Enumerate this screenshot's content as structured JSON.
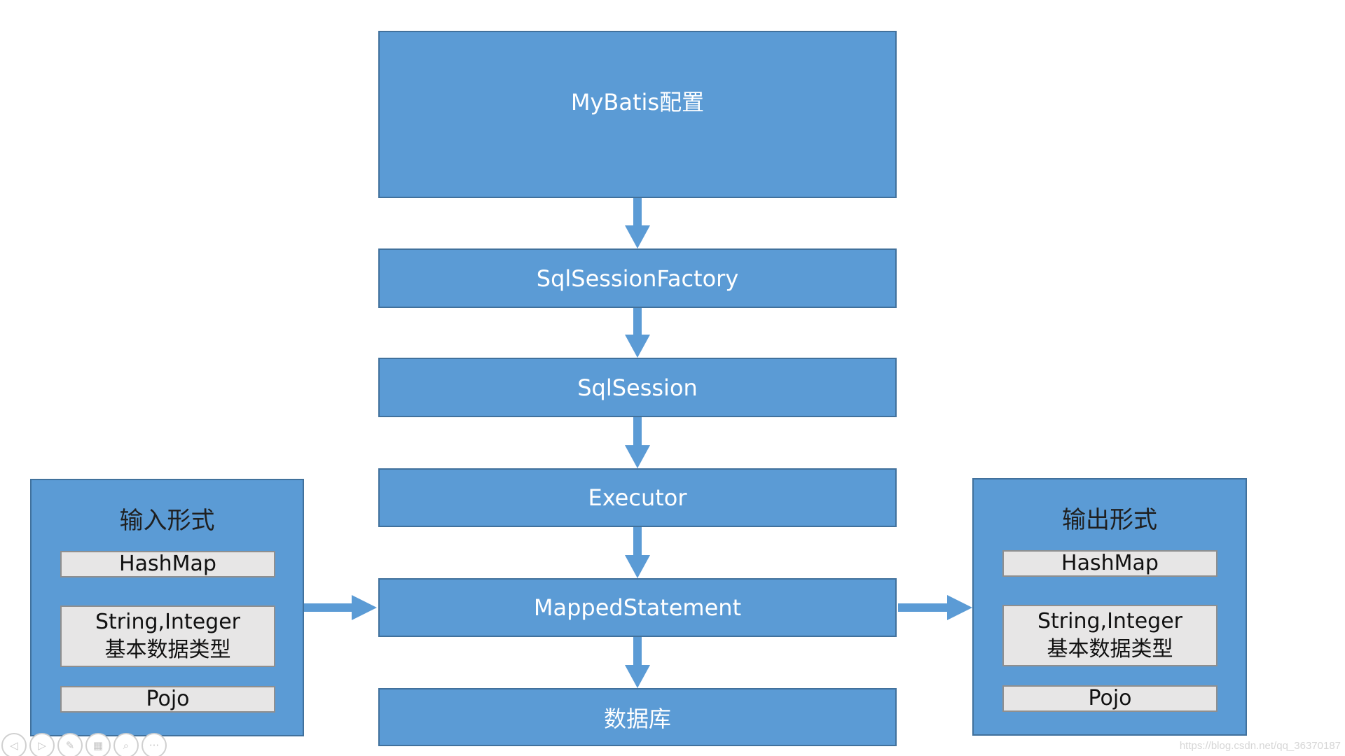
{
  "flow": {
    "config": "MyBatis配置",
    "factory": "SqlSessionFactory",
    "session": "SqlSession",
    "executor": "Executor",
    "mapped": "MappedStatement",
    "database": "数据库"
  },
  "input_panel": {
    "title": "输入形式",
    "items": [
      {
        "lines": [
          "HashMap"
        ]
      },
      {
        "lines": [
          "String,Integer",
          "基本数据类型"
        ]
      },
      {
        "lines": [
          "Pojo"
        ]
      }
    ]
  },
  "output_panel": {
    "title": "输出形式",
    "items": [
      {
        "lines": [
          "HashMap"
        ]
      },
      {
        "lines": [
          "String,Integer",
          "基本数据类型"
        ]
      },
      {
        "lines": [
          "Pojo"
        ]
      }
    ]
  },
  "toolbar": {
    "buttons": [
      {
        "name": "prev-slide-icon",
        "glyph": "◁"
      },
      {
        "name": "next-slide-icon",
        "glyph": "▷"
      },
      {
        "name": "pen-icon",
        "glyph": "✎"
      },
      {
        "name": "slides-icon",
        "glyph": "▦"
      },
      {
        "name": "zoom-icon",
        "glyph": "⌕"
      },
      {
        "name": "more-icon",
        "glyph": "···"
      }
    ]
  },
  "watermark": "https://blog.csdn.net/qq_36370187",
  "colors": {
    "box_fill": "#5b9bd5",
    "box_border": "#41719c",
    "item_fill": "#e7e6e6",
    "arrow": "#5b9bd5"
  }
}
